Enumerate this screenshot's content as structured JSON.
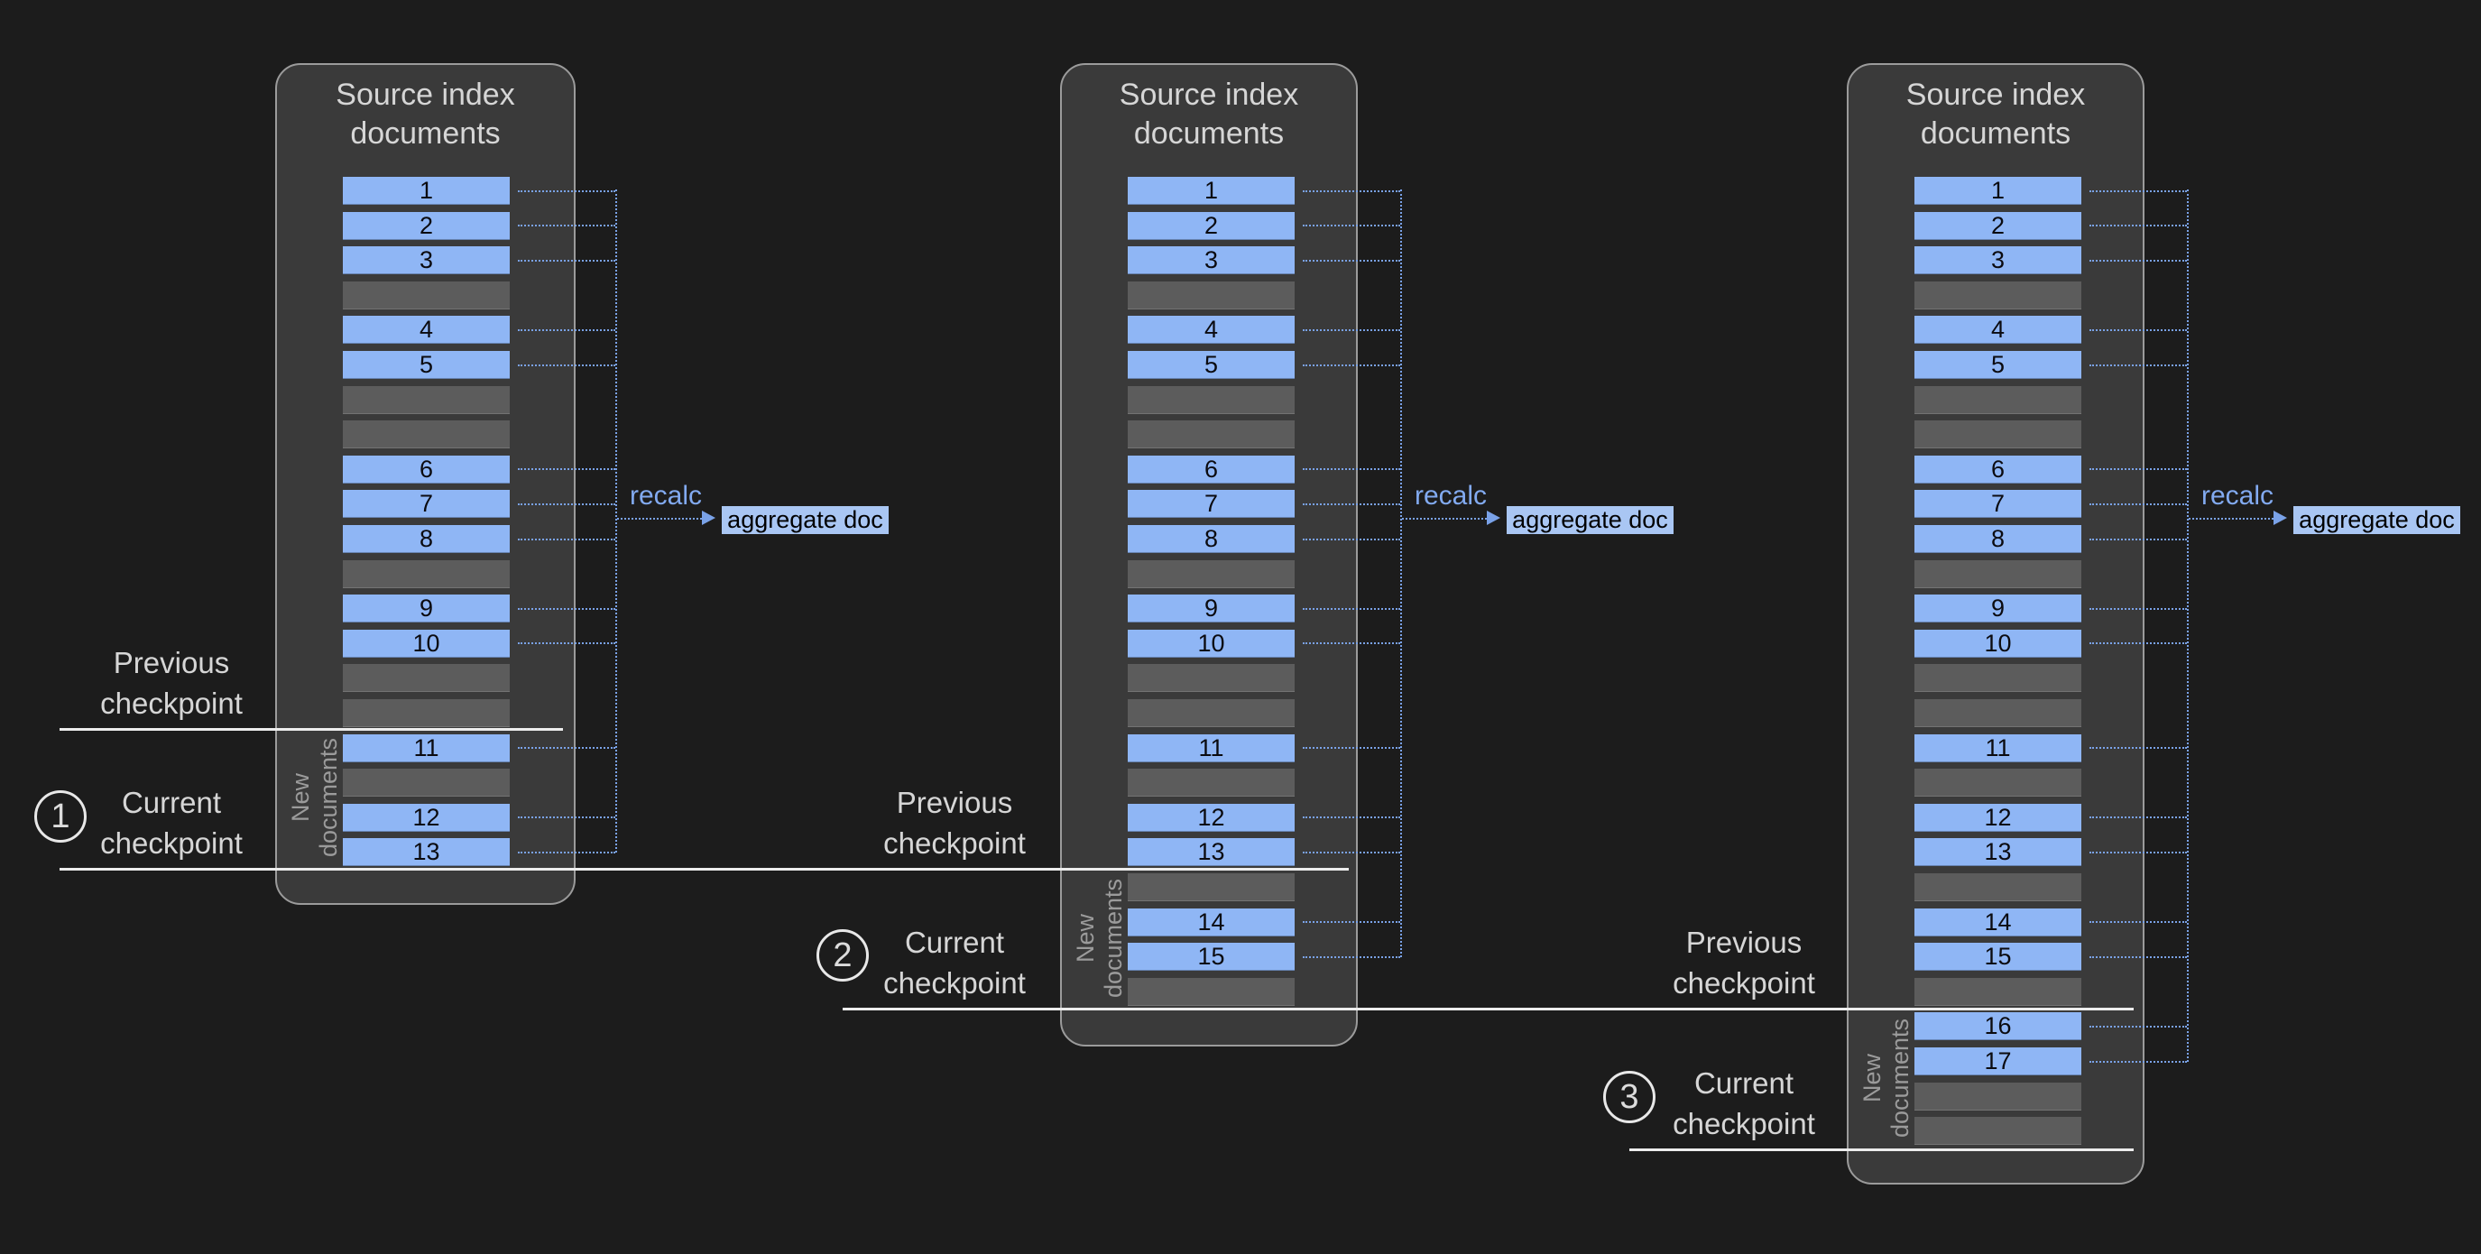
{
  "colors": {
    "bg": "#1c1c1c",
    "panel_fill": "#3a3a3a",
    "panel_border": "#9b9b9b",
    "doc_fill": "#8fb6f5",
    "doc_text": "#0b0b10",
    "other_fill": "#5c5c5c",
    "connector": "#7aa2e8",
    "recalc_text": "#82aaf0",
    "aggregate_fill": "#a9c6f3",
    "aggregate_text": "#000000",
    "checkpoint_line": "#ececec",
    "label_text": "#d6d6d6",
    "badge": "#e8e8e8",
    "new_docs_text": "#9b9b9b",
    "title_text": "#d6d6d6"
  },
  "panels": [
    {
      "title": "Source index documents",
      "rows": [
        "1",
        "2",
        "3",
        null,
        "4",
        "5",
        null,
        null,
        "6",
        "7",
        "8",
        null,
        "9",
        "10",
        null,
        null,
        "11",
        null,
        "12",
        "13"
      ],
      "recalc_label": "recalc",
      "aggregate_label": "aggregate doc",
      "new_documents_label": "New documents"
    },
    {
      "title": "Source index documents",
      "rows": [
        "1",
        "2",
        "3",
        null,
        "4",
        "5",
        null,
        null,
        "6",
        "7",
        "8",
        null,
        "9",
        "10",
        null,
        null,
        "11",
        null,
        "12",
        "13",
        null,
        "14",
        "15",
        null
      ],
      "recalc_label": "recalc",
      "aggregate_label": "aggregate doc",
      "new_documents_label": "New documents"
    },
    {
      "title": "Source index documents",
      "rows": [
        "1",
        "2",
        "3",
        null,
        "4",
        "5",
        null,
        null,
        "6",
        "7",
        "8",
        null,
        "9",
        "10",
        null,
        null,
        "11",
        null,
        "12",
        "13",
        null,
        "14",
        "15",
        null,
        "16",
        "17",
        null,
        null
      ],
      "recalc_label": "recalc",
      "aggregate_label": "aggregate doc",
      "new_documents_label": "New documents"
    }
  ],
  "checkpoints": [
    {
      "step": "1",
      "previous_label": "Previous checkpoint",
      "current_label": "Current checkpoint"
    },
    {
      "step": "2",
      "previous_label": "Previous checkpoint",
      "current_label": "Current checkpoint"
    },
    {
      "step": "3",
      "previous_label": "Previous checkpoint",
      "current_label": "Current checkpoint"
    }
  ]
}
